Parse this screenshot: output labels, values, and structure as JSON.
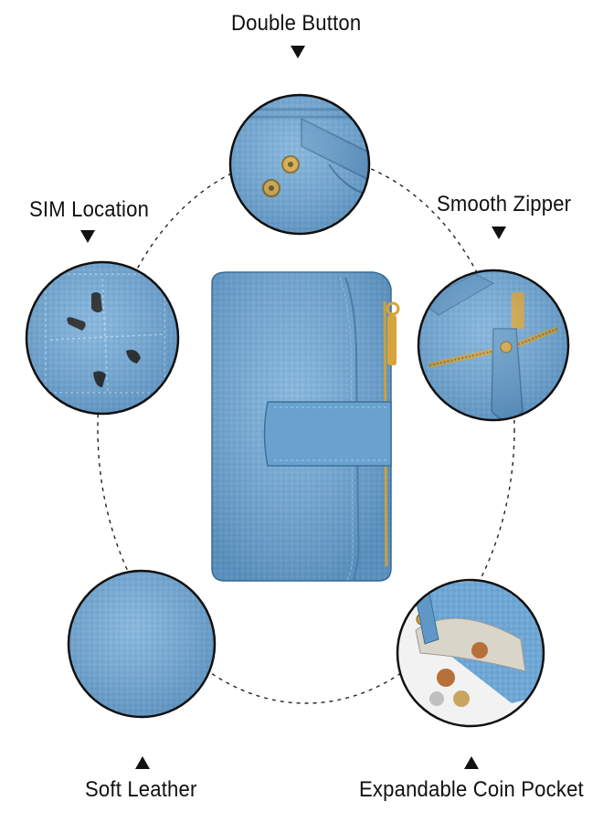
{
  "labels": {
    "double_button": "Double Button",
    "sim_location": "SIM Location",
    "smooth_zipper": "Smooth Zipper",
    "soft_leather": "Soft Leather",
    "coin_pocket": "Expandable Coin Pocket"
  },
  "colors": {
    "leather": "#6fa7d4",
    "leather_dark": "#4f86b3",
    "gold": "#d6a43a",
    "outline": "#111111"
  }
}
